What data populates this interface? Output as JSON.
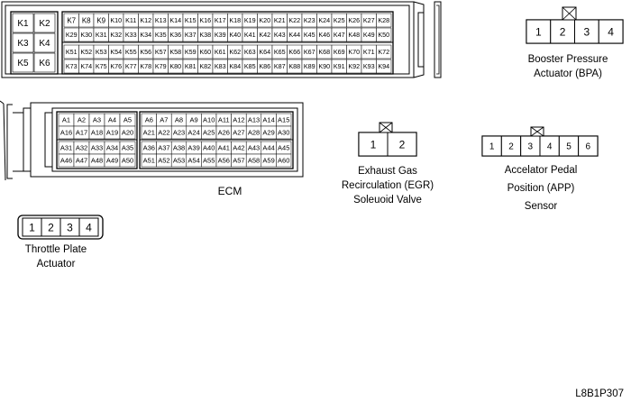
{
  "figure_id": "L8B1P307",
  "ecm": {
    "label": "ECM",
    "k_big": [
      "K1",
      "K2",
      "K3",
      "K4",
      "K5",
      "K6"
    ],
    "k_rows": [
      [
        "K7",
        "K8",
        "K9",
        "K10",
        "K11",
        "K12",
        "K13",
        "K14",
        "K15",
        "K16",
        "K17",
        "K18",
        "K19",
        "K20",
        "K21",
        "K22",
        "K23",
        "K24",
        "K25",
        "K26",
        "K27",
        "K28"
      ],
      [
        "K29",
        "K30",
        "K31",
        "K32",
        "K33",
        "K34",
        "K35",
        "K36",
        "K37",
        "K38",
        "K39",
        "K40",
        "K41",
        "K42",
        "K43",
        "K44",
        "K45",
        "K46",
        "K47",
        "K48",
        "K49",
        "K50"
      ],
      [
        "K51",
        "K52",
        "K53",
        "K54",
        "K55",
        "K56",
        "K57",
        "K58",
        "K59",
        "K60",
        "K61",
        "K62",
        "K63",
        "K64",
        "K65",
        "K66",
        "K67",
        "K68",
        "K69",
        "K70",
        "K71",
        "K72"
      ],
      [
        "K73",
        "K74",
        "K75",
        "K76",
        "K77",
        "K78",
        "K79",
        "K80",
        "K81",
        "K82",
        "K83",
        "K84",
        "K85",
        "K86",
        "K87",
        "K88",
        "K89",
        "K90",
        "K91",
        "K92",
        "K93",
        "K94"
      ]
    ],
    "a_left": [
      [
        "A1",
        "A2",
        "A3",
        "A4",
        "A5"
      ],
      [
        "A16",
        "A17",
        "A18",
        "A19",
        "A20"
      ],
      [
        "A31",
        "A32",
        "A33",
        "A34",
        "A35"
      ],
      [
        "A46",
        "A47",
        "A48",
        "A49",
        "A50"
      ]
    ],
    "a_right": [
      [
        "A6",
        "A7",
        "A8",
        "A9",
        "A10",
        "A11",
        "A12",
        "A13",
        "A14",
        "A15"
      ],
      [
        "A21",
        "A22",
        "A23",
        "A24",
        "A25",
        "A26",
        "A27",
        "A28",
        "A29",
        "A30"
      ],
      [
        "A36",
        "A37",
        "A38",
        "A39",
        "A40",
        "A41",
        "A42",
        "A43",
        "A44",
        "A45"
      ],
      [
        "A51",
        "A52",
        "A53",
        "A54",
        "A55",
        "A56",
        "A57",
        "A58",
        "A59",
        "A60"
      ]
    ]
  },
  "bpa": {
    "pins": [
      "1",
      "2",
      "3",
      "4"
    ],
    "title_lines": [
      "Booster Pressure",
      "Actuator (BPA)"
    ]
  },
  "egr": {
    "pins": [
      "1",
      "2"
    ],
    "title_lines": [
      "Exhaust Gas",
      "Recirculation (EGR)",
      "Soleuoid Valve"
    ]
  },
  "app": {
    "pins": [
      "1",
      "2",
      "3",
      "4",
      "5",
      "6"
    ],
    "title_lines": [
      "Accelator Pedal",
      "Position (APP)",
      "Sensor"
    ]
  },
  "throttle": {
    "pins": [
      "1",
      "2",
      "3",
      "4"
    ],
    "title_lines": [
      "Throttle Plate",
      "Actuator"
    ]
  }
}
